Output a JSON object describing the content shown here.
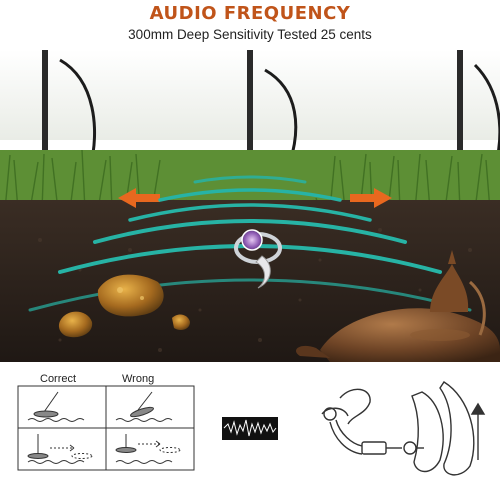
{
  "header": {
    "title": "AUDIO FREQUENCY",
    "subtitle": "300mm Deep Sensitivity Tested 25 cents"
  },
  "colors": {
    "title": "#c0541a",
    "arrow": "#e8681f",
    "wave": "#27b3a5",
    "soil": "#2b211b",
    "grass": "#4f8a2a"
  },
  "legend": {
    "correct_label": "Correct",
    "wrong_label": "Wrong"
  }
}
